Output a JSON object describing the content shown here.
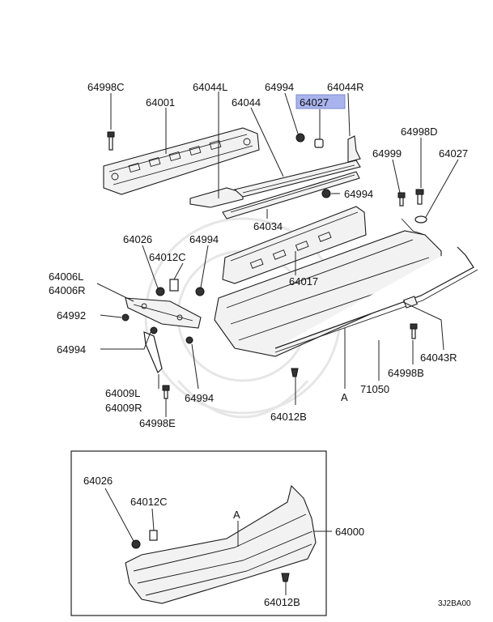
{
  "labels": {
    "p64998C": "64998C",
    "p64001": "64001",
    "p64044L": "64044L",
    "p64044": "64044",
    "p64994_top": "64994",
    "p64027_hl": "64027",
    "p64044R": "64044R",
    "p64998D": "64998D",
    "p64999": "64999",
    "p64027": "64027",
    "p64994_mid": "64994",
    "p64034": "64034",
    "p64026": "64026",
    "p64994_left": "64994",
    "p64012C": "64012C",
    "p64017": "64017",
    "p64006L": "64006L",
    "p64006R": "64006R",
    "p64992": "64992",
    "p64994_low": "64994",
    "p64043R": "64043R",
    "p64998B": "64998B",
    "p71050": "71050",
    "ref_A": "A",
    "p64009L": "64009L",
    "p64009R": "64009R",
    "p64994_bot": "64994",
    "p64998E": "64998E",
    "p64012B": "64012B",
    "inset_64026": "64026",
    "inset_64012C": "64012C",
    "inset_A": "A",
    "inset_64000": "64000",
    "inset_64012B": "64012B",
    "code": "3J2BA00"
  },
  "highlight": {
    "part": "64027",
    "color": "#a9b4ee"
  }
}
